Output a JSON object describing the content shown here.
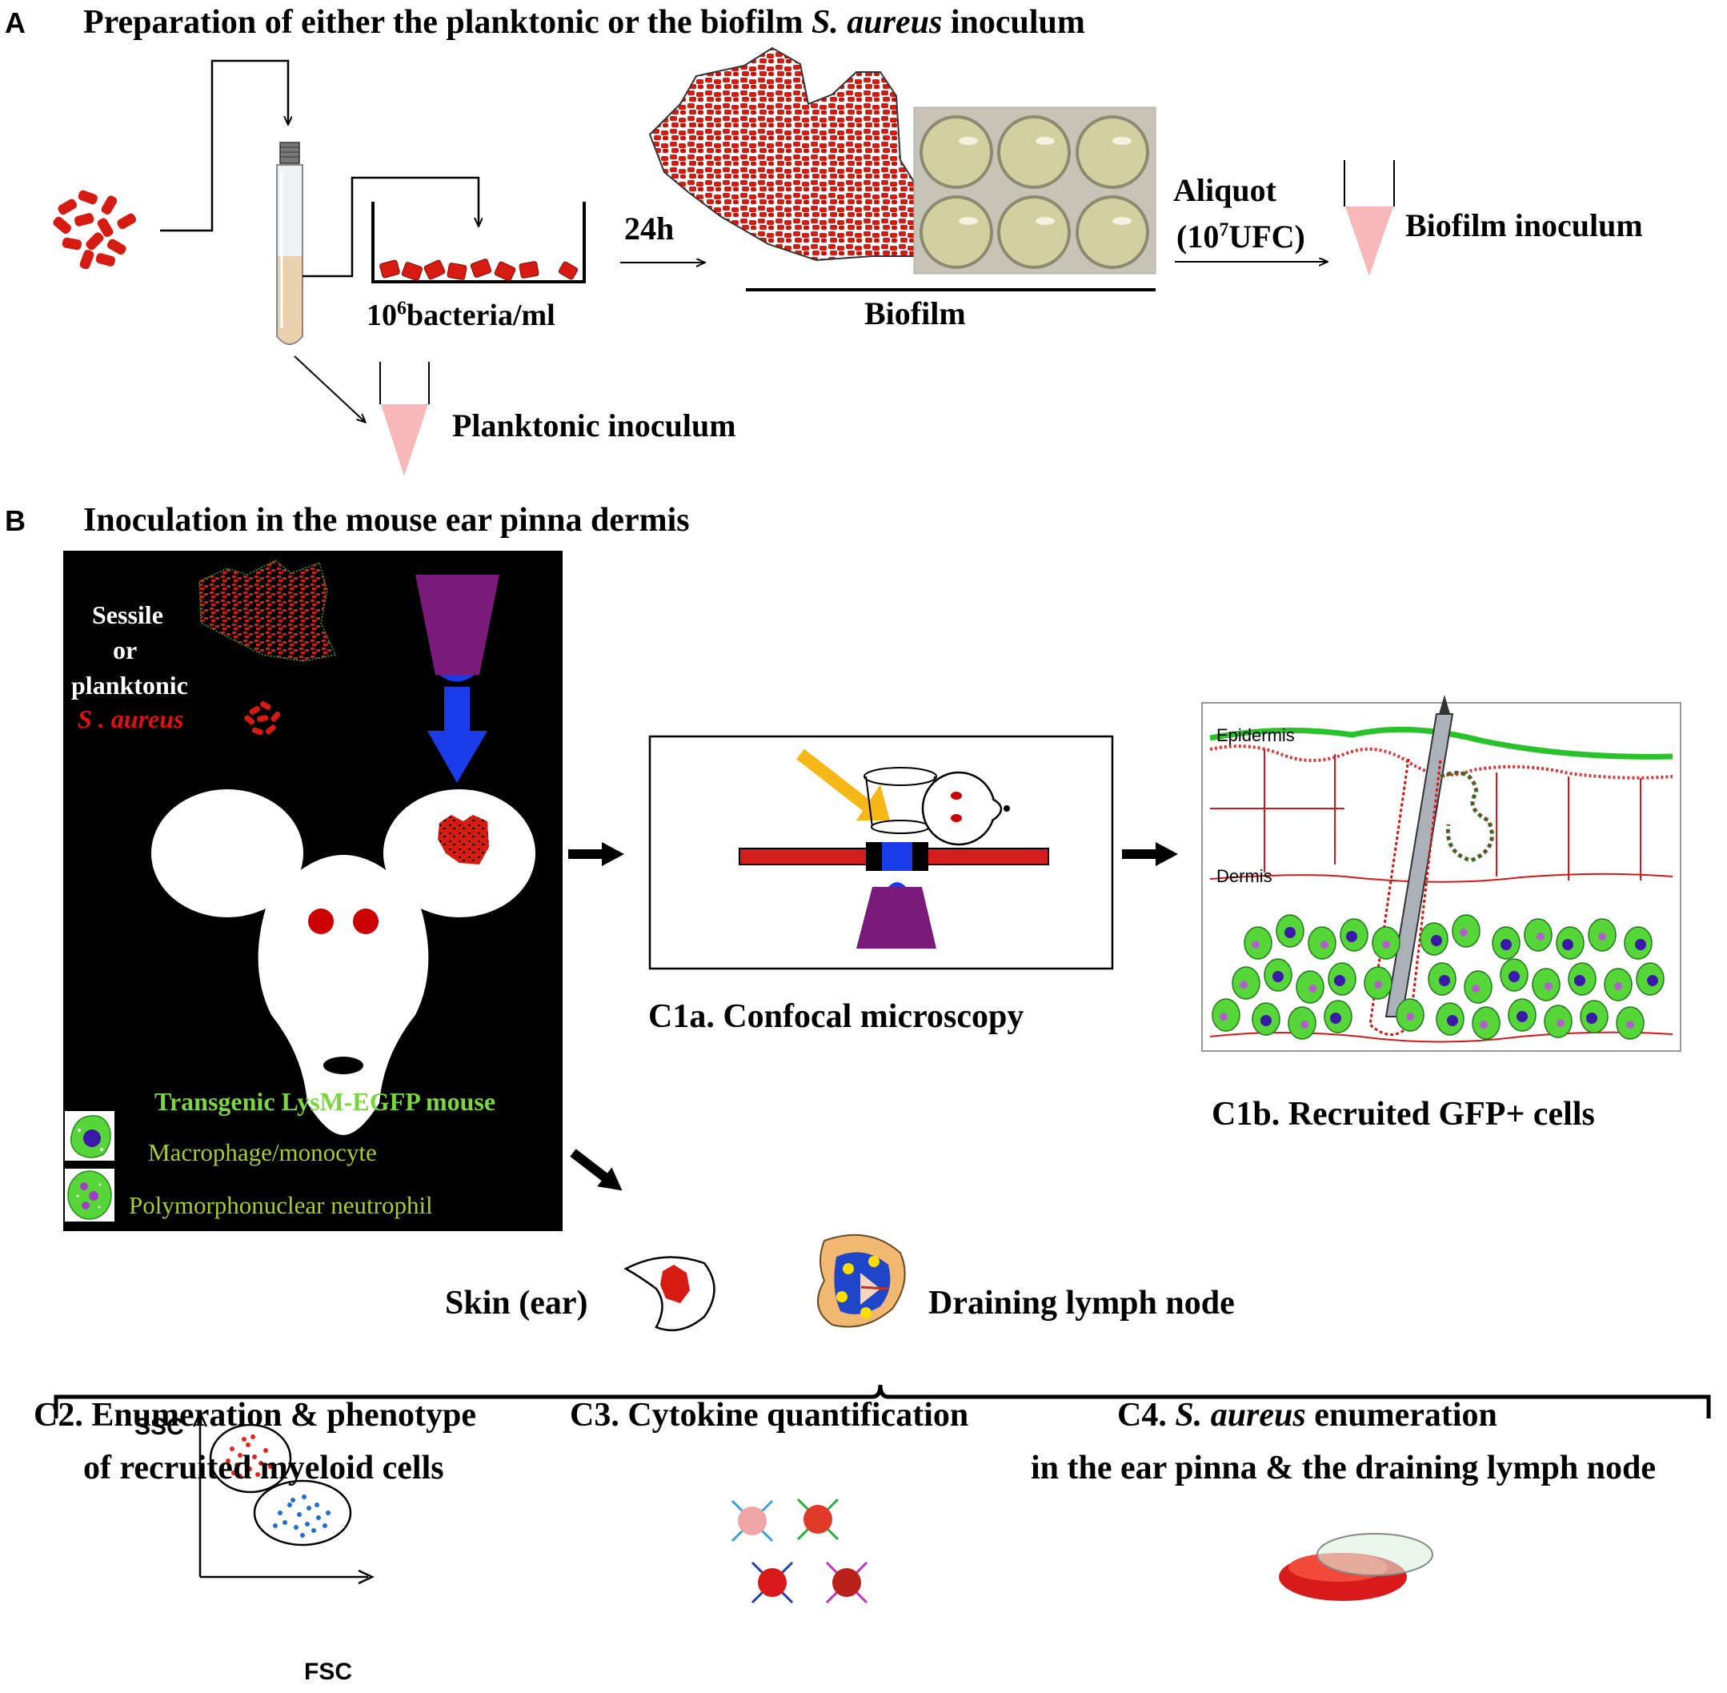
{
  "panel_a": {
    "letter": "A",
    "title_pre": "Preparation of either the planktonic or the biofilm ",
    "title_italic": "S. aureus",
    "title_post": " inoculum",
    "concentration_base": "10",
    "concentration_exp": "6",
    "concentration_unit": "bacteria/ml",
    "time_label": "24h",
    "biofilm_label": "Biofilm",
    "aliquot_label": "Aliquot",
    "ufc_open": "(10",
    "ufc_exp": "7",
    "ufc_close": "UFC)",
    "biofilm_inoculum": "Biofilm inoculum",
    "planktonic_inoculum": "Planktonic inoculum"
  },
  "panel_b": {
    "letter": "B",
    "title": "Inoculation in the mouse ear pinna dermis",
    "sessile": "Sessile",
    "or": "or",
    "planktonic": "planktonic",
    "s_aureus": "S . aureus",
    "transgenic": "Transgenic  LysM-EGFP mouse",
    "macrophage": "Macrophage/monocyte",
    "neutrophil": "Polymorphonuclear neutrophil"
  },
  "c1a": {
    "label": "C1a. Confocal microscopy"
  },
  "c1b": {
    "label": "C1b. Recruited GFP+ cells",
    "epidermis": "Epidermis",
    "dermis": "Dermis"
  },
  "samples": {
    "skin": "Skin (ear)",
    "lymph_node": "Draining lymph node"
  },
  "c2": {
    "line1": "C2. Enumeration & phenotype",
    "line2": "of recruited myeloid cells",
    "ssc": "SSC",
    "fsc": "FSC"
  },
  "c3": {
    "label": "C3. Cytokine quantification"
  },
  "c4": {
    "prefix": "C4. ",
    "italic": "S. aureus",
    "suffix": " enumeration",
    "line2": "in the ear pinna & the draining lymph node"
  },
  "colors": {
    "bacteria": "#d61c12",
    "gfp": "#57d63a",
    "purple": "#7a1a7a",
    "blue": "#1a3be8",
    "pink_tube": "#f6b8b8"
  }
}
